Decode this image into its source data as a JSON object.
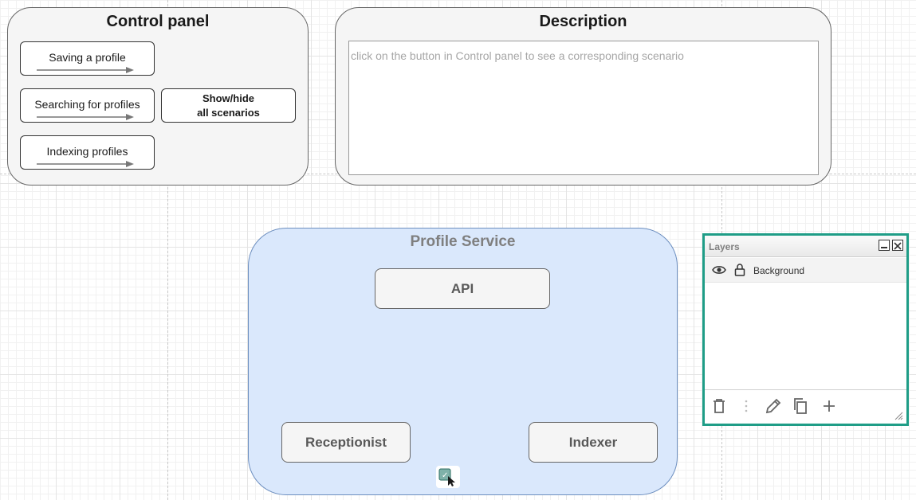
{
  "control_panel": {
    "title": "Control panel",
    "buttons": [
      {
        "label": "Saving a profile"
      },
      {
        "label": "Searching for profiles"
      },
      {
        "label": "Indexing profiles"
      }
    ],
    "show_hide_label": "Show/hide\nall scenarios"
  },
  "description": {
    "title": "Description",
    "placeholder": "click on the button in Control panel to see a corresponding scenario"
  },
  "service": {
    "title": "Profile Service",
    "components": {
      "api": "API",
      "receptionist": "Receptionist",
      "indexer": "Indexer"
    }
  },
  "layers_panel": {
    "title": "Layers",
    "layers": [
      {
        "name": "Background",
        "visible": true,
        "locked": false
      }
    ],
    "tools": [
      "trash-icon",
      "more-vertical-icon",
      "pencil-icon",
      "duplicate-icon",
      "plus-icon"
    ]
  },
  "colors": {
    "panel_fill": "#f5f5f5",
    "service_fill": "#dae8fc",
    "service_stroke": "#6c8ebf",
    "layers_border": "#1f9d87"
  }
}
